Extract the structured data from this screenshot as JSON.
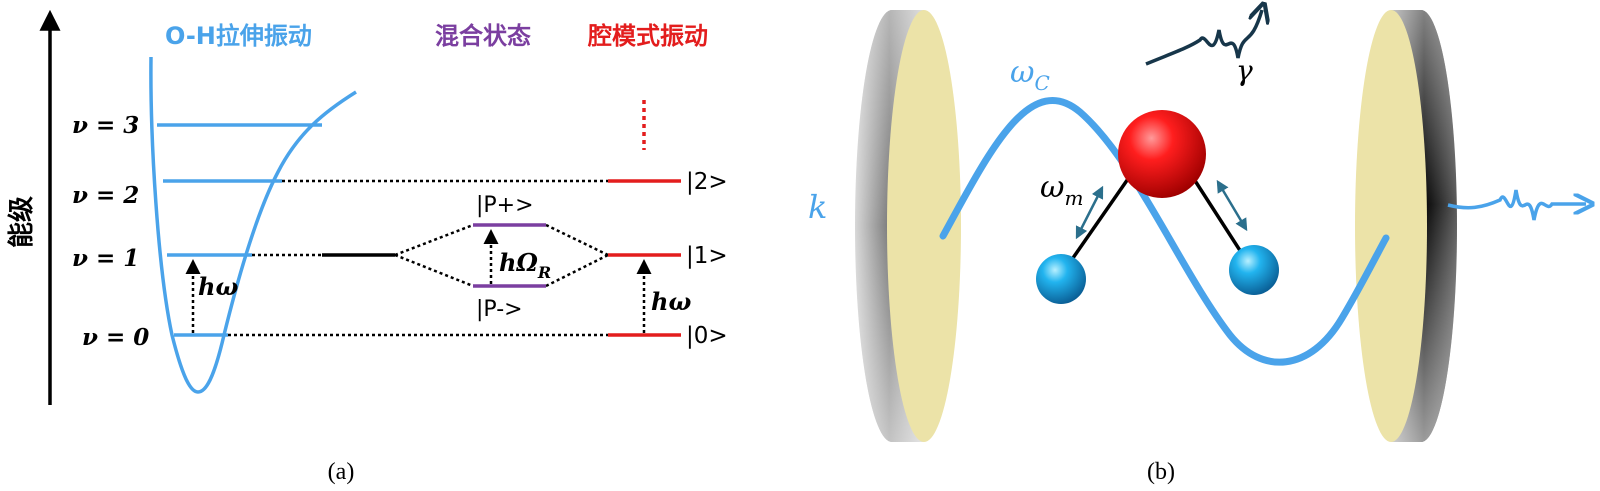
{
  "panel_a": {
    "axis_label": "能级",
    "header_oh": "O-H拉伸振动",
    "header_mixed": "混合状态",
    "header_cavity": "腔模式振动",
    "level_labels": [
      "ν = 3",
      "ν = 2",
      "ν = 1",
      "ν = 0"
    ],
    "hbar_omega_left": "hω",
    "hbar_omega_right": "hω",
    "rabi_label": "hΩ",
    "rabi_sub": "R",
    "polariton_upper": "|P+>",
    "polariton_lower": "|P->",
    "cavity_kets": [
      "|2>",
      "|1>",
      "|0>"
    ],
    "caption": "(a)"
  },
  "panel_b": {
    "k_label": "k",
    "omega_c": "ω",
    "omega_c_sub": "C",
    "omega_m": "ω",
    "omega_m_sub": "m",
    "gamma": "γ",
    "caption": "(b)"
  },
  "colors": {
    "oh_blue": "#4aa3ea",
    "mixed_purple": "#7b3fa0",
    "cavity_red": "#e31d1d",
    "mirror_face": "#ece3a8",
    "photon_dark": "#17364a",
    "arrow_teal": "#2b6f8c"
  }
}
